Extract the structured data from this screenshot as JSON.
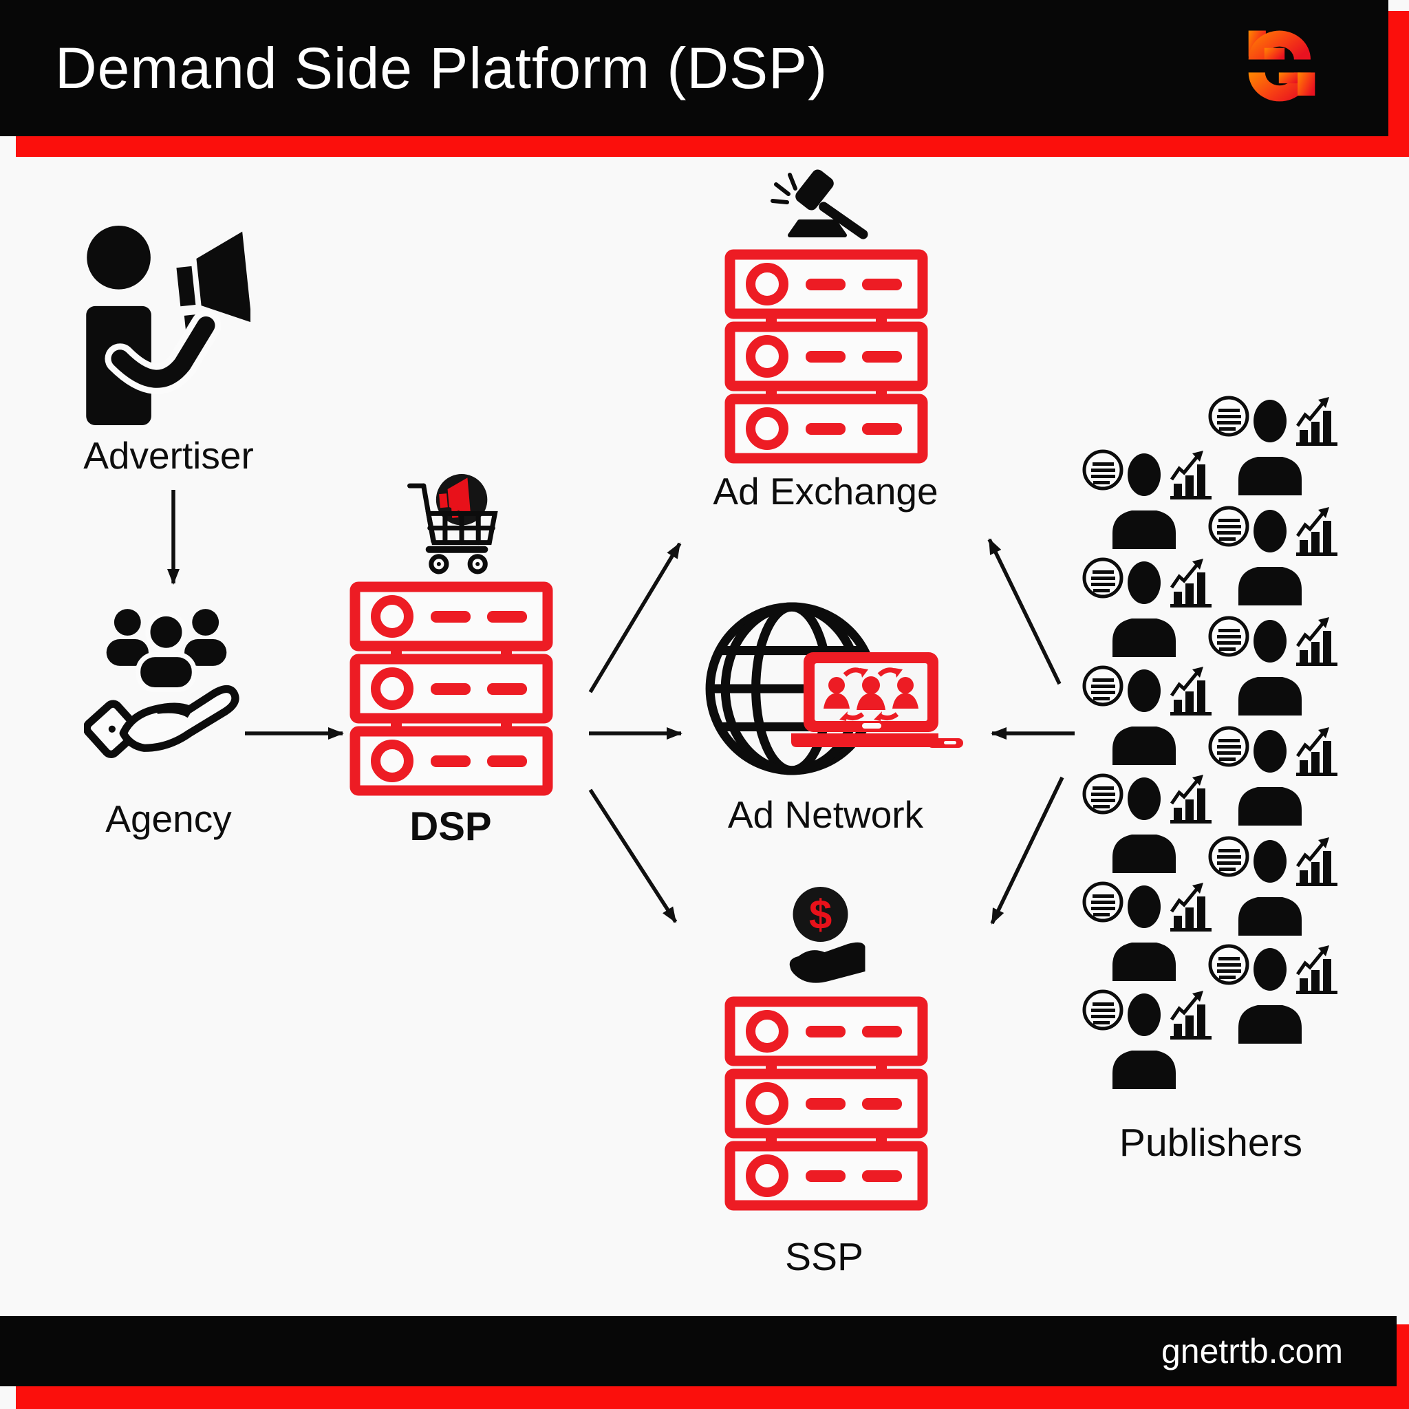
{
  "header": {
    "title": "Demand Side Platform (DSP)"
  },
  "footer": {
    "website": "gnetrtb.com"
  },
  "colors": {
    "accent": "#ed1c24",
    "stripe": "#fb0f0c",
    "bar": "#070707",
    "background": "#f9f9f9",
    "ink": "#111111",
    "logo_orange": "#ff8800",
    "logo_red": "#e81220"
  },
  "nodes": {
    "advertiser": {
      "label": "Advertiser"
    },
    "agency": {
      "label": "Agency"
    },
    "dsp": {
      "label": "DSP"
    },
    "ad_exchange": {
      "label": "Ad Exchange"
    },
    "ad_network": {
      "label": "Ad Network"
    },
    "ssp": {
      "label": "SSP"
    },
    "publishers": {
      "label": "Publishers",
      "count": 12
    }
  },
  "icons": {
    "logo": "gnet-logo",
    "advertiser": "person-megaphone-icon",
    "agency": "team-hand-icon",
    "dsp_top": "cart-megaphone-icon",
    "server": "server-stack-icon",
    "ad_exchange_top": "auction-gavel-icon",
    "ad_network": "globe-laptop-icon",
    "ssp_top": "hand-coin-icon",
    "publisher": "publisher-doc-person-chart-icon"
  },
  "flows": [
    "advertiser-to-agency",
    "agency-to-dsp",
    "dsp-to-ad-exchange",
    "dsp-to-ad-network",
    "dsp-to-ssp",
    "publishers-to-ad-exchange",
    "publishers-to-ad-network",
    "publishers-to-ssp"
  ]
}
